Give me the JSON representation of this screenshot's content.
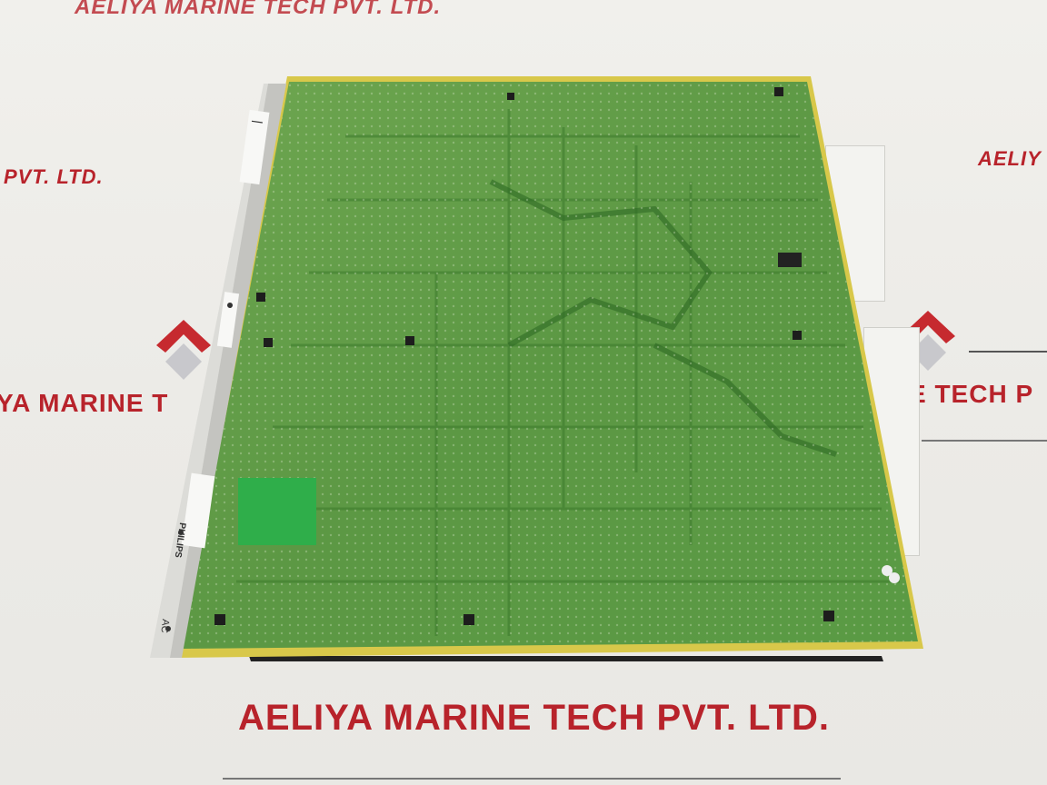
{
  "watermarks": {
    "top": "AELIYA MARINE TECH PVT. LTD.",
    "left_upper": "PVT. LTD.",
    "right_upper": "AELIY",
    "left_middle": "YA MARINE T",
    "right_middle": "E TECH P",
    "bottom": "AELIYA MARINE TECH PVT. LTD."
  },
  "board_labels": {
    "brand": "PHILIPS",
    "rail_marking": "AC"
  },
  "colors": {
    "watermark": "#b8232b",
    "pcb_green": "#5f9a45",
    "pcb_edge": "#d8c84a",
    "background": "#eeede9"
  }
}
